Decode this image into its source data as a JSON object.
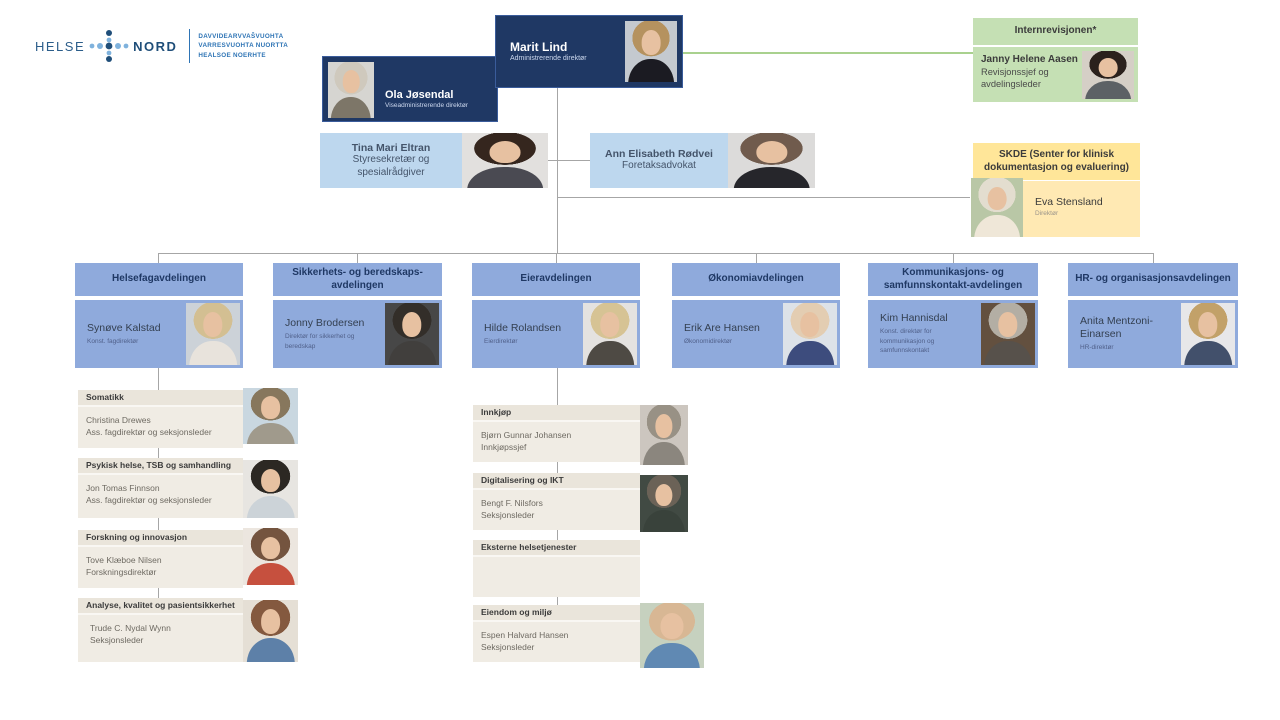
{
  "logo": {
    "brand_left": "HELSE",
    "brand_right": "NORD",
    "tagline_lines": [
      "DAVVIDEARVVAŠVUOHTA",
      "VARRESVUOHTA NUORTTA",
      "HEALSOE NOERHTE"
    ]
  },
  "colors": {
    "navy": "#1F3864",
    "light_blue": "#BDD7EE",
    "medium_blue": "#8FAADC",
    "green": "#C5E0B4",
    "yellow_header": "#FFE699",
    "yellow_body": "#FFE9B3",
    "unit_header": "#EAE5DB",
    "unit_body": "#F0ECE4",
    "connector_gray": "#A6A6A6",
    "audit_connector_green": "#A9D18E"
  },
  "top": {
    "ceo": {
      "name": "Marit Lind",
      "title": "Administrerende direktør",
      "avatar": {
        "bg": "#c4c9cf",
        "hair": "#b5925f",
        "top": "#1b1b22"
      }
    },
    "deputy": {
      "name": "Ola Jøsendal",
      "title": "Viseadministrerende direktør",
      "avatar": {
        "bg": "#d6d5d1",
        "hair": "#cfc9bd",
        "top": "#7d7668"
      }
    },
    "board_secretary": {
      "name": "Tina Mari Eltran",
      "title": "Styresekretær og spesialrådgiver",
      "avatar": {
        "bg": "#e2e0de",
        "hair": "#35261e",
        "top": "#4a4a52"
      }
    },
    "legal": {
      "name": "Ann Elisabeth Rødvei",
      "title": "Foretaksadvokat",
      "avatar": {
        "bg": "#dcdbda",
        "hair": "#705b4d",
        "top": "#26262b"
      }
    },
    "internal_audit": {
      "header": "Internrevisjonen*",
      "name": "Janny Helene Aasen",
      "title": "Revisjonssjef og avdelingsleder",
      "avatar": {
        "bg": "#d5cfc6",
        "hair": "#2b211c",
        "top": "#5c6165"
      }
    },
    "skde": {
      "header": "SKDE (Senter for klinisk dokumentasjon og evaluering)",
      "name": "Eva Stensland",
      "title": "Direktør",
      "avatar": {
        "bg": "#b9c7a6",
        "hair": "#e3ddcf",
        "top": "#efe7d8"
      }
    }
  },
  "departments": [
    {
      "title": "Helsefagavdelingen",
      "name": "Synøve Kalstad",
      "role": "Konst. fagdirektør",
      "avatar": {
        "bg": "#ccd2d8",
        "hair": "#d3bf92",
        "top": "#e8e3dc"
      }
    },
    {
      "title": "Sikkerhets- og beredskaps-avdelingen",
      "name": "Jonny Brodersen",
      "role": "Direktør for sikkerhet og beredskap",
      "avatar": {
        "bg": "#474747",
        "hair": "#332e29",
        "top": "#413f3d"
      }
    },
    {
      "title": "Eieravdelingen",
      "name": "Hilde Rolandsen",
      "role": "Eierdirektør",
      "avatar": {
        "bg": "#e4e2e0",
        "hair": "#d6c394",
        "top": "#4e4a44"
      }
    },
    {
      "title": "Økonomiavdelingen",
      "name": "Erik Are Hansen",
      "role": "Økonomidirektør",
      "avatar": {
        "bg": "#dde2e8",
        "hair": "#e3cdb2",
        "top": "#3d4c7d"
      }
    },
    {
      "title": "Kommunikasjons- og samfunnskontakt-avdelingen",
      "name": "Kim Hannisdal",
      "role": "Konst. direktør for kommunikasjon og samfunnskontakt",
      "avatar": {
        "bg": "#63503f",
        "hair": "#b3aea4",
        "top": "#57514b"
      }
    },
    {
      "title": "HR- og organisasjonsavdelingen",
      "name": "Anita Mentzoni-Einarsen",
      "role": "HR-direktør",
      "avatar": {
        "bg": "#e7e7e9",
        "hair": "#c2a169",
        "top": "#42506b"
      }
    }
  ],
  "helsefag_units": [
    {
      "title": "Somatikk",
      "name": "Christina Drewes",
      "role": "Ass. fagdirektør og seksjonsleder",
      "avatar": {
        "bg": "#c9d7e0",
        "hair": "#87775d",
        "top": "#a09a8c"
      }
    },
    {
      "title": "Psykisk helse, TSB og samhandling",
      "name": "Jon Tomas Finnson",
      "role": "Ass. fagdirektør og seksjonsleder",
      "avatar": {
        "bg": "#e7e5e1",
        "hair": "#2c2823",
        "top": "#ccd3d8"
      }
    },
    {
      "title": "Forskning og innovasjon",
      "name": "Tove Klæboe Nilsen",
      "role": "Forskningsdirektør",
      "avatar": {
        "bg": "#ece6df",
        "hair": "#74543f",
        "top": "#c6503e"
      }
    },
    {
      "title": "Analyse, kvalitet og pasientsikkerhet",
      "name": "Trude C. Nydal Wynn",
      "role": "Seksjonsleder",
      "avatar": {
        "bg": "#e5dfd5",
        "hair": "#84593f",
        "top": "#5d80a8"
      }
    }
  ],
  "eier_units": [
    {
      "title": "Innkjøp",
      "name": "Bjørn Gunnar Johansen",
      "role": "Innkjøpssjef",
      "avatar": {
        "bg": "#ccc6bf",
        "hair": "#989185",
        "top": "#8b867e"
      }
    },
    {
      "title": "Digitalisering og IKT",
      "name": "Bengt F. Nilsfors",
      "role": "Seksjonsleder",
      "avatar": {
        "bg": "#414a43",
        "hair": "#6b6257",
        "top": "#39423b"
      }
    },
    {
      "title": "Eksterne helsetjenester",
      "name": "",
      "role": ""
    },
    {
      "title": "Eiendom og miljø",
      "name": "Espen Halvard Hansen",
      "role": "Seksjonsleder",
      "avatar": {
        "bg": "#c6d1bf",
        "hair": "#d8b794",
        "top": "#6089b3"
      }
    }
  ]
}
